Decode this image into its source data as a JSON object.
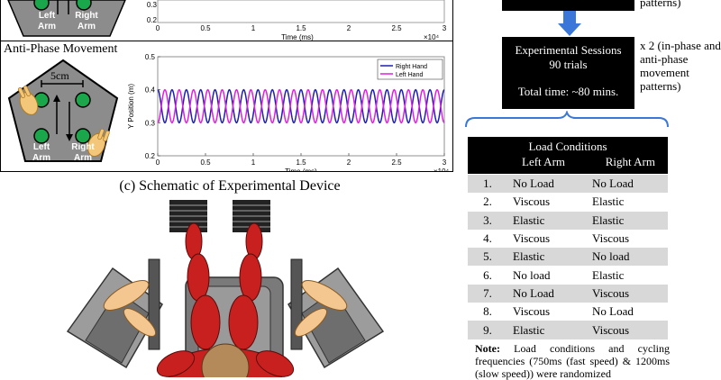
{
  "left_panel": {
    "top_plot": {
      "y_ticks": [
        "0.3",
        "0.2"
      ],
      "x_ticks": [
        "0",
        "0.5",
        "1",
        "1.5",
        "2",
        "2.5",
        "3"
      ],
      "xlabel": "Time (ms)",
      "x_exponent": "×10⁴"
    },
    "top_device": {
      "left_label": "Left\nArm",
      "right_label": "Right\nArm"
    },
    "anti_phase": {
      "title": "Anti-Phase Movement",
      "distance_label": "5cm",
      "left_label": "Left\nArm",
      "right_label": "Right\nArm"
    },
    "caption_c": "(c) Schematic of Experimental Device"
  },
  "chart_data": {
    "type": "line",
    "title": "",
    "xlabel": "Time (ms)",
    "ylabel": "Y Position (m)",
    "x_exponent": "×10⁴",
    "xlim": [
      0,
      30000
    ],
    "ylim": [
      0.2,
      0.5
    ],
    "x_ticks": [
      "0",
      "0.5",
      "1",
      "1.5",
      "2",
      "2.5",
      "3"
    ],
    "y_ticks": [
      "0.5",
      "0.4",
      "0.3",
      "0.2"
    ],
    "legend_position": "top-right",
    "series": [
      {
        "name": "Right Hand",
        "color": "#1f1fb0",
        "mean": 0.35,
        "amplitude": 0.05,
        "period_ms": 1500,
        "phase": 0
      },
      {
        "name": "Left Hand",
        "color": "#e020e0",
        "mean": 0.35,
        "amplitude": 0.05,
        "period_ms": 1500,
        "phase": 3.14159
      }
    ]
  },
  "flow": {
    "top_box_note": "patterns)",
    "session_box": {
      "line1": "Experimental Sessions",
      "line2": "90 trials",
      "line3": "Total time: ~80 mins."
    },
    "multiplier_note": "x 2 (in-phase and\nanti-phase\nmovement\npatterns)"
  },
  "load_table": {
    "header": "Load Conditions",
    "col_left": "Left Arm",
    "col_right": "Right Arm",
    "rows": [
      {
        "num": "1.",
        "left": "No Load",
        "right": "No Load"
      },
      {
        "num": "2.",
        "left": "Viscous",
        "right": "Elastic"
      },
      {
        "num": "3.",
        "left": "Elastic",
        "right": "Elastic"
      },
      {
        "num": "4.",
        "left": "Viscous",
        "right": "Viscous"
      },
      {
        "num": "5.",
        "left": "Elastic",
        "right": "No load"
      },
      {
        "num": "6.",
        "left": "No load",
        "right": "Elastic"
      },
      {
        "num": "7.",
        "left": "No Load",
        "right": "Viscous"
      },
      {
        "num": "8.",
        "left": "Viscous",
        "right": "No Load"
      },
      {
        "num": "9.",
        "left": "Elastic",
        "right": "Viscous"
      }
    ]
  },
  "note": {
    "bold": "Note:",
    "text": " Load conditions and cycling frequencies (750ms (fast speed) & 1200ms (slow speed)) were randomized"
  }
}
